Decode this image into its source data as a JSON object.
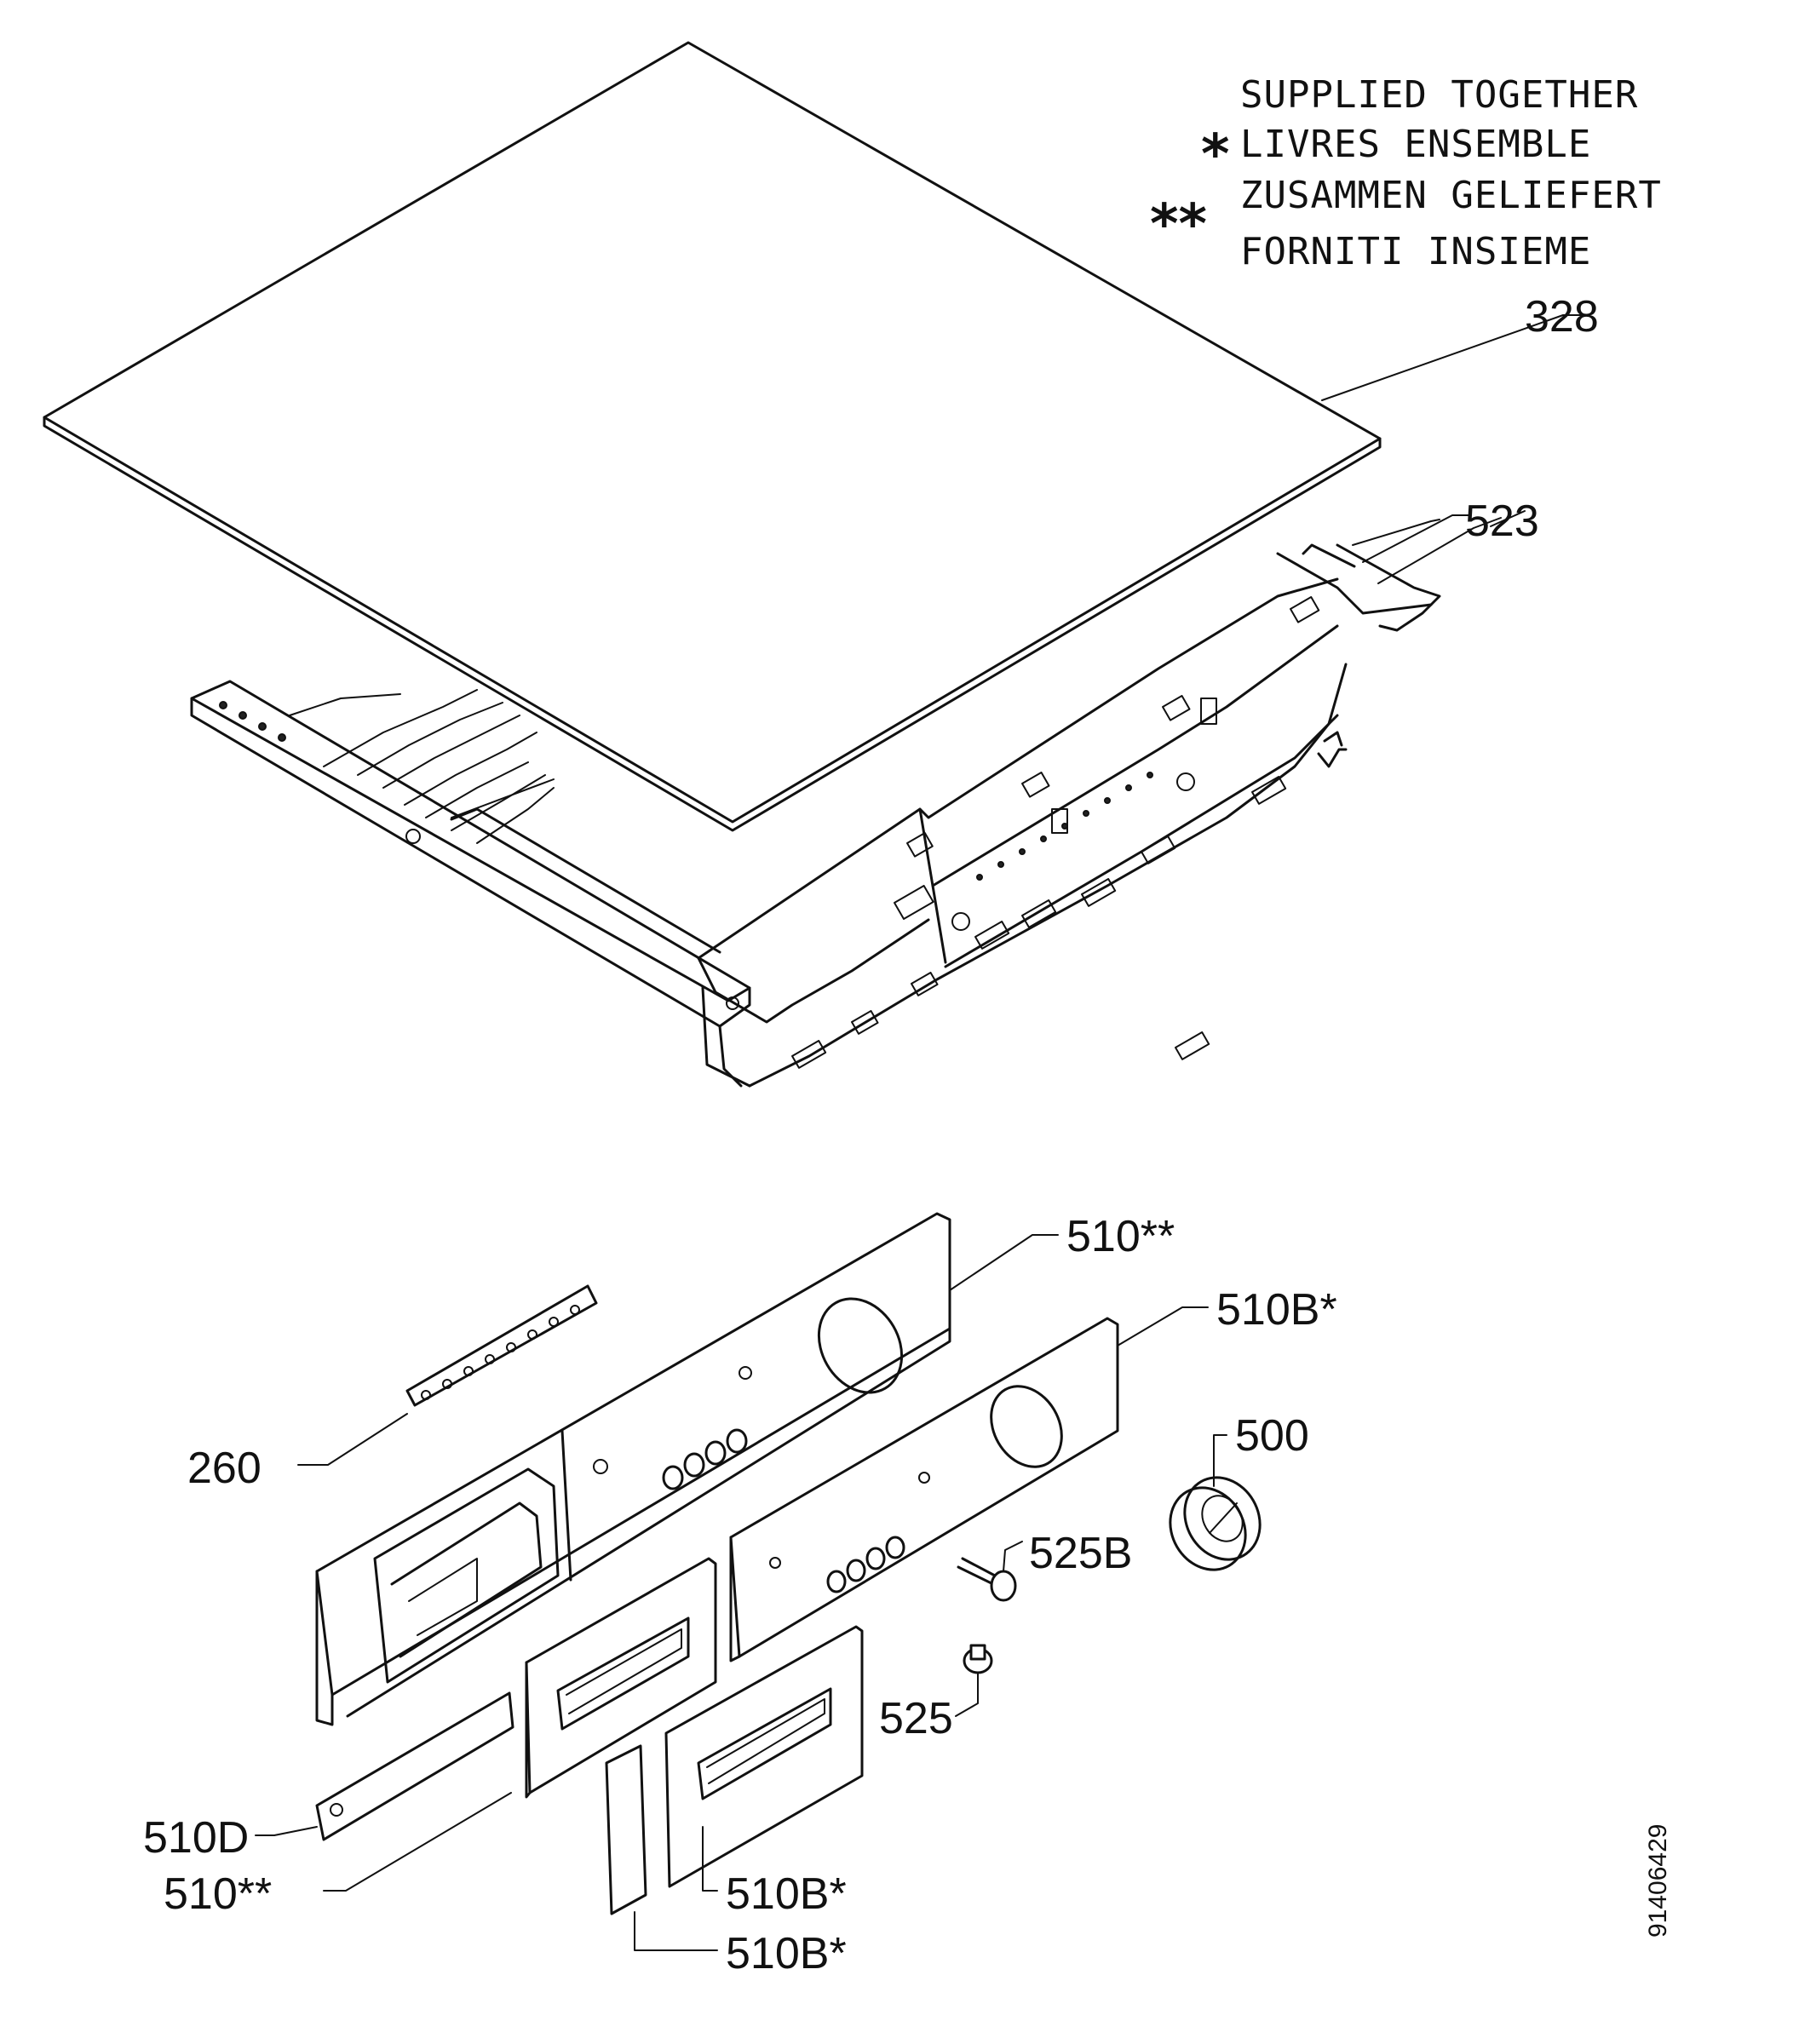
{
  "legend": {
    "lines": [
      "SUPPLIED TOGETHER",
      "LIVRES ENSEMBLE",
      "ZUSAMMEN GELIEFERT",
      "FORNITI INSIEME"
    ],
    "single_mark": "*",
    "double_mark": "**"
  },
  "parts": {
    "p328": "328",
    "p523": "523",
    "p510_top": "510**",
    "p510b_right": "510B*",
    "p500": "500",
    "p525b": "525B",
    "p525": "525",
    "p260": "260",
    "p510d": "510D",
    "p510_bottom": "510**",
    "p510b_lower1": "510B*",
    "p510b_lower2": "510B*"
  },
  "doc_number": "91406429"
}
